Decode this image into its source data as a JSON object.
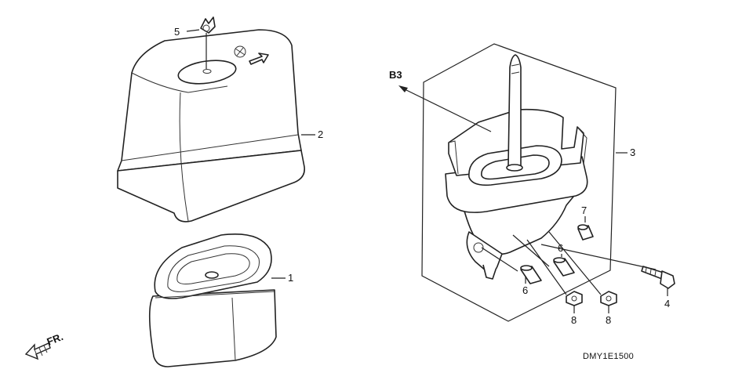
{
  "diagram": {
    "callouts": {
      "p1": "1",
      "p2": "2",
      "p3": "3",
      "p4": "4",
      "p5": "5",
      "p6a": "6",
      "p6b": "6",
      "p7": "7",
      "p8a": "8",
      "p8b": "8"
    },
    "ref_label": "B3",
    "front_label": "FR.",
    "drawing_code": "DMY1E1500"
  },
  "colors": {
    "line": "#222222",
    "background": "#ffffff",
    "filter_dots": "#555555"
  }
}
